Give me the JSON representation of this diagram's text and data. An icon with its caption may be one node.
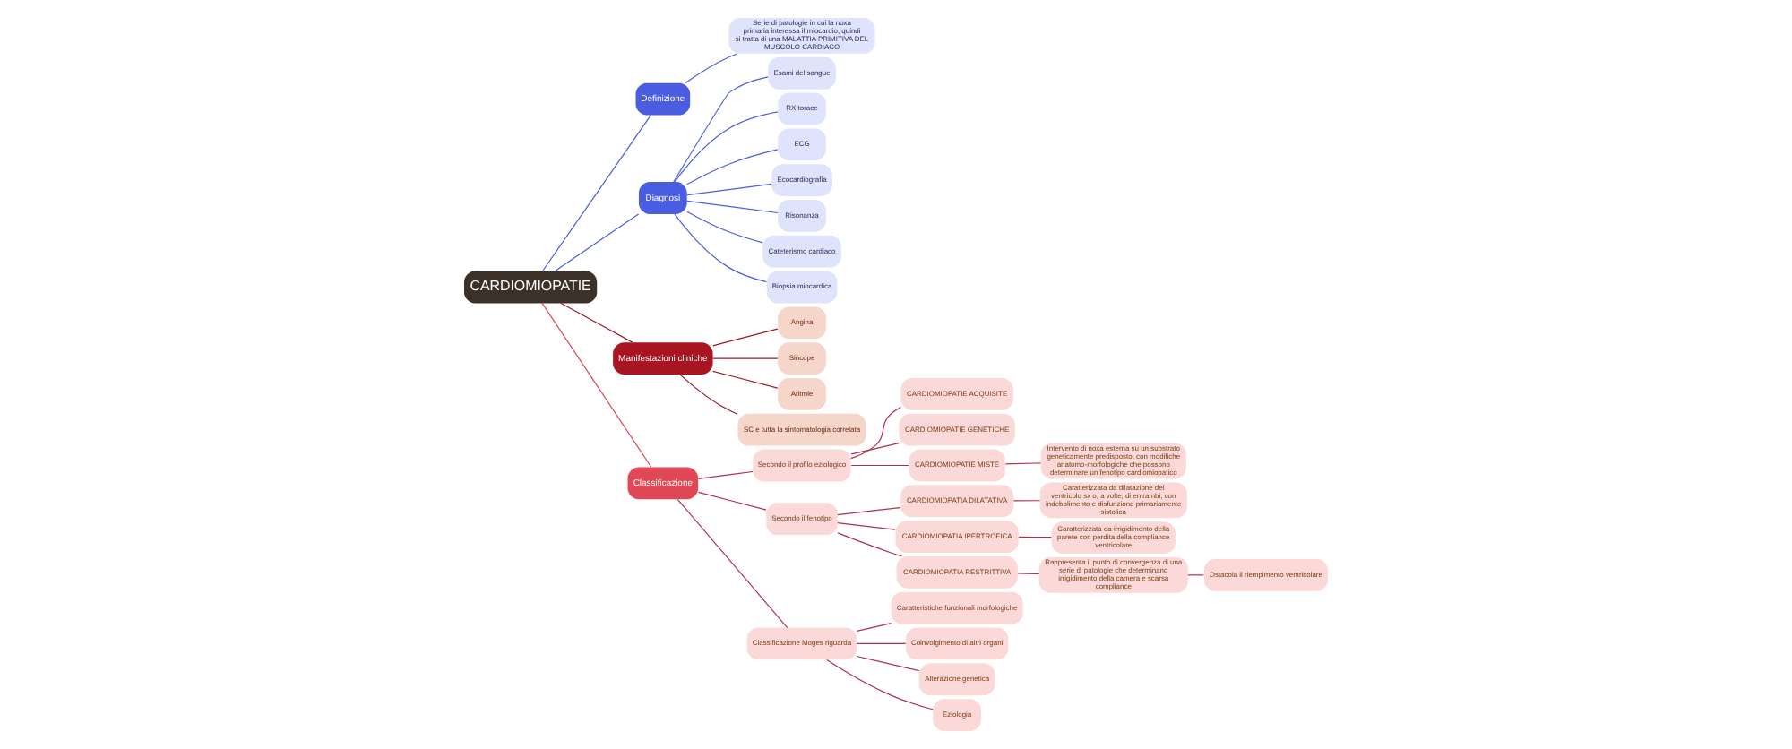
{
  "diagram": {
    "nodes": [
      {
        "text": [
          "CARDIOMIOPATIE"
        ]
      },
      {
        "text": [
          "Definizione"
        ]
      },
      {
        "text": [
          "Serie di patologie in cui la noxa primaria interessa il miocardio, quindi si tratta di una MALATTIA PRIMITIVA DEL MUSCOLO CARDIACO"
        ]
      },
      {
        "text": [
          "Diagnosi"
        ]
      },
      {
        "text": [
          "Esami del sangue"
        ]
      },
      {
        "text": [
          "RX torace"
        ]
      },
      {
        "text": [
          "ECG"
        ]
      },
      {
        "text": [
          "Ecocardiografia"
        ]
      },
      {
        "text": [
          "Risonanza"
        ]
      },
      {
        "text": [
          "Cateterismo cardiaco"
        ]
      },
      {
        "text": [
          "Biopsia miocardica"
        ]
      },
      {
        "text": [
          "Manifestazioni cliniche"
        ]
      },
      {
        "text": [
          "Angina"
        ]
      },
      {
        "text": [
          "Sincope"
        ]
      },
      {
        "text": [
          "Aritmie"
        ]
      },
      {
        "text": [
          "SC e tutta la sintomatologia correlata"
        ]
      },
      {
        "text": [
          "Classificazione"
        ]
      },
      {
        "text": [
          "Secondo il profilo eziologico"
        ]
      },
      {
        "text": [
          "CARDIOMIOPATIE ACQUISITE"
        ]
      },
      {
        "text": [
          "CARDIOMIOPATIE GENETICHE"
        ]
      },
      {
        "text": [
          "CARDIOMIOPATIE MISTE"
        ]
      },
      {
        "text": [
          "Intervento di noxa esterna su un substrato geneticamente predisposto, con modifiche anatomo-morfologiche che possono determinare un fenotipo cardiomiopatico"
        ]
      },
      {
        "text": [
          "Secondo il fenotipo"
        ]
      },
      {
        "text": [
          "CARDIOMIOPATIA DILATATIVA"
        ]
      },
      {
        "text": [
          "Caratterizzata da dilatazione del ventricolo sx o, a volte, di entrambi, con indebolimento e disfunzione primariamente sistolica"
        ]
      },
      {
        "text": [
          "CARDIOMIOPATIA IPERTROFICA"
        ]
      },
      {
        "text": [
          "Caratterizzata da irrigidimento della parete con perdita della compliance ventricolare"
        ]
      },
      {
        "text": [
          "CARDIOMIOPATIA RESTRITTIVA"
        ]
      },
      {
        "text": [
          "Rappresenta il punto di convergenza di una serie di patologie che determinano irrigidimento della camera e scarsa compliance"
        ]
      },
      {
        "text": [
          "Ostacola il riempimento ventricolare"
        ]
      },
      {
        "text": [
          "Classificazione Moges riguarda"
        ]
      },
      {
        "text": [
          "Caratteristiche funzionali morfologiche"
        ]
      },
      {
        "text": [
          "Coinvolgimento di altri organi"
        ]
      },
      {
        "text": [
          "Alterazione genetica"
        ]
      },
      {
        "text": [
          "Eziologia"
        ]
      }
    ],
    "edges": [
      {
        "from": 0,
        "to": 1,
        "arrow": "none",
        "color": "#4a5de0"
      },
      {
        "from": 1,
        "to": 2,
        "arrow": "none",
        "color": "#4a5de0"
      },
      {
        "from": 0,
        "to": 3,
        "arrow": "none",
        "color": "#4a5de0"
      },
      {
        "from": 3,
        "to": 4,
        "arrow": "none",
        "color": "#4a5de0"
      },
      {
        "from": 3,
        "to": 5,
        "arrow": "none",
        "color": "#4a5de0"
      },
      {
        "from": 3,
        "to": 6,
        "arrow": "none",
        "color": "#4a5de0"
      },
      {
        "from": 3,
        "to": 7,
        "arrow": "none",
        "color": "#4a5de0"
      },
      {
        "from": 3,
        "to": 8,
        "arrow": "none",
        "color": "#4a5de0"
      },
      {
        "from": 3,
        "to": 9,
        "arrow": "none",
        "color": "#4a5de0"
      },
      {
        "from": 3,
        "to": 10,
        "arrow": "none",
        "color": "#4a5de0"
      },
      {
        "from": 0,
        "to": 11,
        "arrow": "none",
        "color": "#9b1b24"
      },
      {
        "from": 11,
        "to": 12,
        "arrow": "none",
        "color": "#9b1b24"
      },
      {
        "from": 11,
        "to": 13,
        "arrow": "none",
        "color": "#9b1b24"
      },
      {
        "from": 11,
        "to": 14,
        "arrow": "none",
        "color": "#9b1b24"
      },
      {
        "from": 11,
        "to": 15,
        "arrow": "none",
        "color": "#9b1b24"
      },
      {
        "from": 0,
        "to": 16,
        "arrow": "none",
        "color": "#e04858"
      },
      {
        "from": 16,
        "to": 17,
        "arrow": "none"
      },
      {
        "from": 17,
        "to": 18,
        "arrow": "none"
      },
      {
        "from": 17,
        "to": 19,
        "arrow": "none"
      },
      {
        "from": 17,
        "to": 20,
        "arrow": "none"
      },
      {
        "from": 20,
        "to": 21,
        "arrow": "none"
      },
      {
        "from": 16,
        "to": 22,
        "arrow": "none"
      },
      {
        "from": 22,
        "to": 23,
        "arrow": "none"
      },
      {
        "from": 23,
        "to": 24,
        "arrow": "none"
      },
      {
        "from": 22,
        "to": 25,
        "arrow": "none"
      },
      {
        "from": 25,
        "to": 26,
        "arrow": "none"
      },
      {
        "from": 22,
        "to": 27,
        "arrow": "none"
      },
      {
        "from": 27,
        "to": 28,
        "arrow": "none"
      },
      {
        "from": 28,
        "to": 29,
        "arrow": "none"
      },
      {
        "from": 16,
        "to": 30,
        "arrow": "none"
      },
      {
        "from": 30,
        "to": 31,
        "arrow": "none"
      },
      {
        "from": 30,
        "to": 32,
        "arrow": "none"
      },
      {
        "from": 30,
        "to": 33,
        "arrow": "none"
      },
      {
        "from": 30,
        "to": 34,
        "arrow": "none"
      }
    ]
  }
}
